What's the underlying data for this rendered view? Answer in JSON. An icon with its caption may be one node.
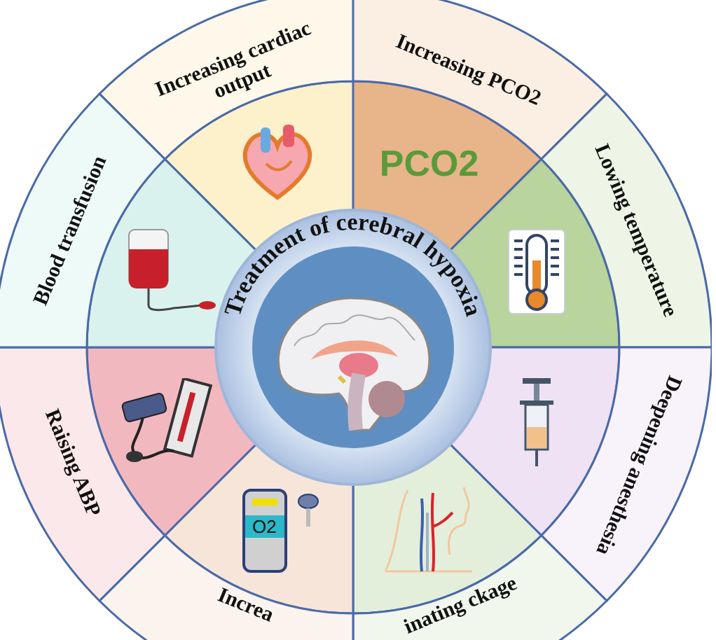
{
  "diagram": {
    "nodes": [
      {
        "text": [
          "Treatment of cerebral hypoxia"
        ]
      },
      {
        "text": [
          "Increasing cardiac output"
        ]
      },
      {
        "text": [
          "Increasing PCO2",
          "PCO2"
        ]
      },
      {
        "text": [
          "Lowing temperature"
        ]
      },
      {
        "text": [
          "Deepening anesthesia"
        ]
      },
      {
        "text": [
          "inating ckage"
        ]
      },
      {
        "text": [
          "Increa"
        ]
      },
      {
        "text": [
          "Raising ABP"
        ]
      },
      {
        "text": [
          "Blood transfusion"
        ]
      }
    ],
    "labels": [
      "O2"
    ]
  }
}
